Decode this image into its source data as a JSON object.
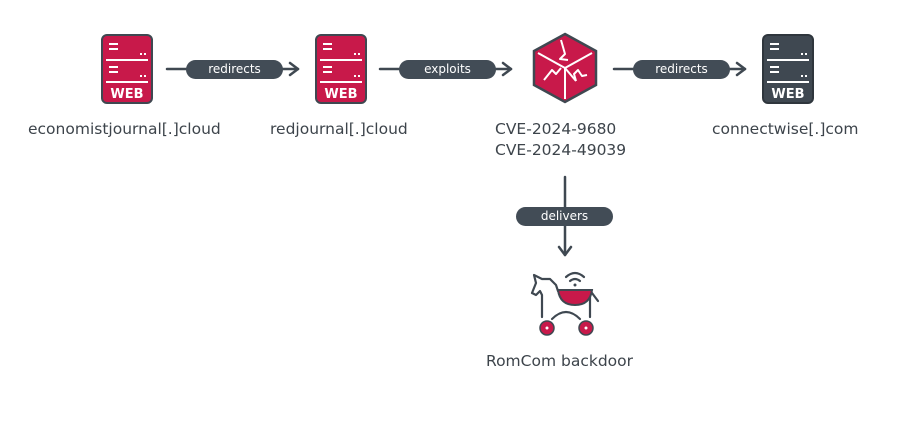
{
  "colors": {
    "accent": "#c8194a",
    "dark": "#3f4851",
    "text": "#3d444b"
  },
  "nodes": [
    {
      "id": "economistjournal",
      "label": "economistjournal[.]cloud",
      "icon": "web-server-icon",
      "badge": "WEB",
      "color": "#c8194a"
    },
    {
      "id": "redjournal",
      "label": "redjournal[.]cloud",
      "icon": "web-server-icon",
      "badge": "WEB",
      "color": "#c8194a"
    },
    {
      "id": "exploit",
      "label_lines": [
        "CVE-2024-9680",
        "CVE-2024-49039"
      ],
      "icon": "broken-cube-icon",
      "color": "#c8194a"
    },
    {
      "id": "connectwise",
      "label": "connectwise[.]com",
      "icon": "web-server-icon",
      "badge": "WEB",
      "color": "#3f4851"
    },
    {
      "id": "romcom",
      "label": "RomCom backdoor",
      "icon": "trojan-horse-icon",
      "color": "#c8194a"
    }
  ],
  "edges": [
    {
      "from": "economistjournal",
      "to": "redjournal",
      "label": "redirects"
    },
    {
      "from": "redjournal",
      "to": "exploit",
      "label": "exploits"
    },
    {
      "from": "exploit",
      "to": "connectwise",
      "label": "redirects"
    },
    {
      "from": "exploit",
      "to": "romcom",
      "label": "delivers"
    }
  ]
}
